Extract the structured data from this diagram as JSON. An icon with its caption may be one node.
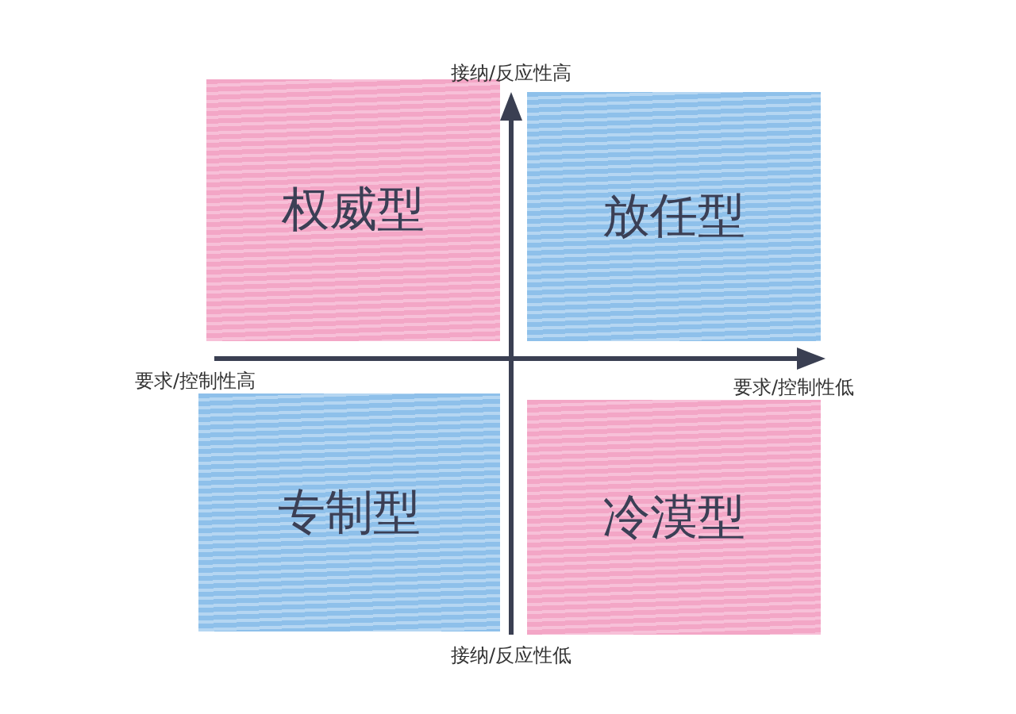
{
  "diagram": {
    "nodes": [
      {
        "text": [
          "权威型"
        ]
      },
      {
        "text": [
          "放任型"
        ]
      },
      {
        "text": [
          "专制型"
        ]
      },
      {
        "text": [
          "冷漠型"
        ]
      }
    ],
    "labels": [
      "接纳/反应性高",
      "要求/控制性高",
      "要求/控制性低",
      "接纳/反应性低"
    ]
  }
}
